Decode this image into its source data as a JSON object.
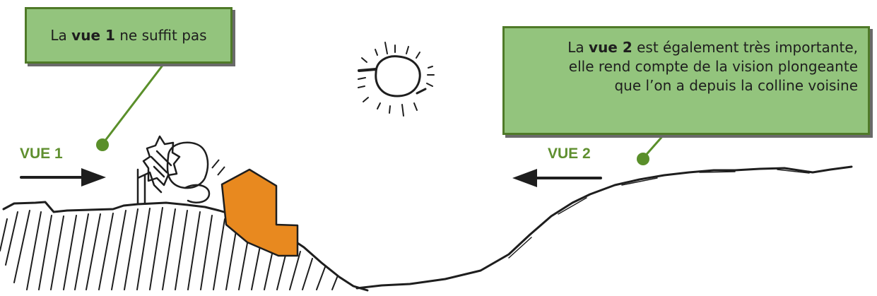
{
  "colors": {
    "callout_fill": "#93c47d",
    "callout_border": "#4f7a28",
    "label_green": "#5f8f2f",
    "house_orange": "#e8891f",
    "ink": "#1e1e1e"
  },
  "callout_1": {
    "pre": "La ",
    "strong": "vue 1",
    "post": " ne suffit pas"
  },
  "callout_2": {
    "line1_pre": "La ",
    "line1_strong": "vue 2",
    "line1_post": " est également très importante,",
    "line2": "elle rend compte de la vision plongeante",
    "line3": "que l’on a depuis la colline voisine"
  },
  "view_1": {
    "label": "VUE 1",
    "arrow": "right-arrow-icon"
  },
  "view_2": {
    "label": "VUE 2",
    "arrow": "left-arrow-icon"
  },
  "icons": [
    "sun-icon",
    "tree-icon",
    "house-icon",
    "pointer-dot-icon"
  ]
}
